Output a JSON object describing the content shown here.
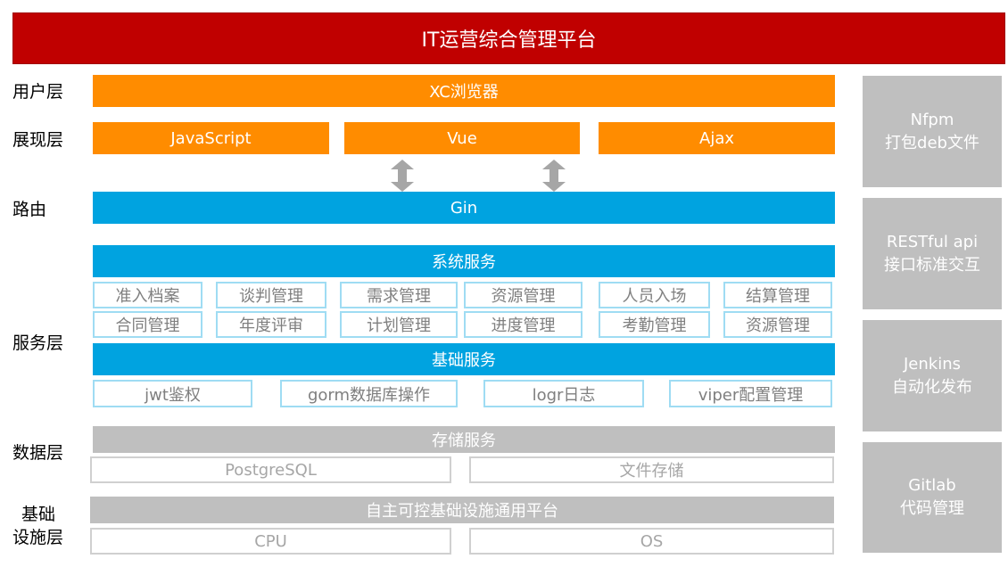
{
  "title": "IT运营综合管理平台",
  "layers": {
    "user": "用户层",
    "presentation": "展现层",
    "routing": "路由",
    "service": "服务层",
    "data": "数据层",
    "infra_line1": "基础",
    "infra_line2": "设施层"
  },
  "user_layer": {
    "browser": "XC浏览器"
  },
  "presentation_layer": [
    "JavaScript",
    "Vue",
    "Ajax"
  ],
  "routing_layer": {
    "router": "Gin"
  },
  "service_layer": {
    "system_service": "系统服务",
    "system_modules_row1": [
      "准入档案",
      "谈判管理",
      "需求管理",
      "资源管理",
      "人员入场",
      "结算管理"
    ],
    "system_modules_row2": [
      "合同管理",
      "年度评审",
      "计划管理",
      "进度管理",
      "考勤管理",
      "资源管理"
    ],
    "base_service": "基础服务",
    "base_modules": [
      "jwt鉴权",
      "gorm数据库操作",
      "logr日志",
      "viper配置管理"
    ]
  },
  "data_layer": {
    "storage_service": "存储服务",
    "stores": [
      "PostgreSQL",
      "文件存储"
    ]
  },
  "infra_layer": {
    "platform": "自主可控基础设施通用平台",
    "items": [
      "CPU",
      "OS"
    ]
  },
  "side_panels": [
    {
      "line1": "Nfpm",
      "line2": "打包deb文件"
    },
    {
      "line1": "RESTful api",
      "line2": "接口标准交互"
    },
    {
      "line1": "Jenkins",
      "line2": "自动化发布"
    },
    {
      "line1": "Gitlab",
      "line2": "代码管理"
    }
  ],
  "colors": {
    "title_bg": "#c00000",
    "orange": "#ff8c00",
    "blue": "#00a3e0",
    "grey": "#bfbfbf"
  }
}
